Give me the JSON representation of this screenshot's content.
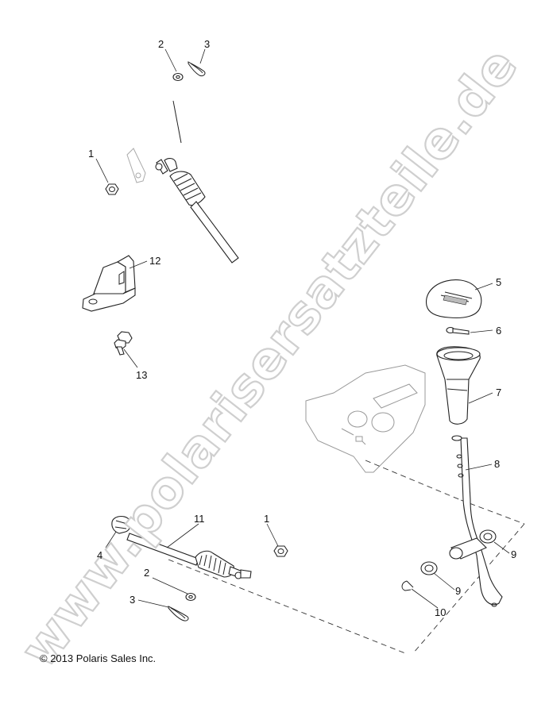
{
  "watermark": "www.polarisersatzteile.de",
  "copyright": "© 2013 Polaris Sales Inc.",
  "callouts": {
    "c2_top": "2",
    "c3_top": "3",
    "c1_top": "1",
    "c12": "12",
    "c13": "13",
    "c5": "5",
    "c6": "6",
    "c7": "7",
    "c8": "8",
    "c11": "11",
    "c4": "4",
    "c1_mid": "1",
    "c9_right": "9",
    "c9_low": "9",
    "c2_bot": "2",
    "c3_bot": "3",
    "c10": "10"
  },
  "parts": {
    "1": "nut-icon",
    "2": "washer-icon",
    "3": "cotter-pin-icon",
    "4": "cable-clamp-icon",
    "5": "shift-knob-icon",
    "6": "screw-icon",
    "7": "shift-boot-icon",
    "8": "shift-lever-icon",
    "9": "bushing-icon",
    "10": "e-clip-icon",
    "11": "shift-cable-icon",
    "12": "cable-bracket-icon",
    "13": "bolt-icon"
  }
}
